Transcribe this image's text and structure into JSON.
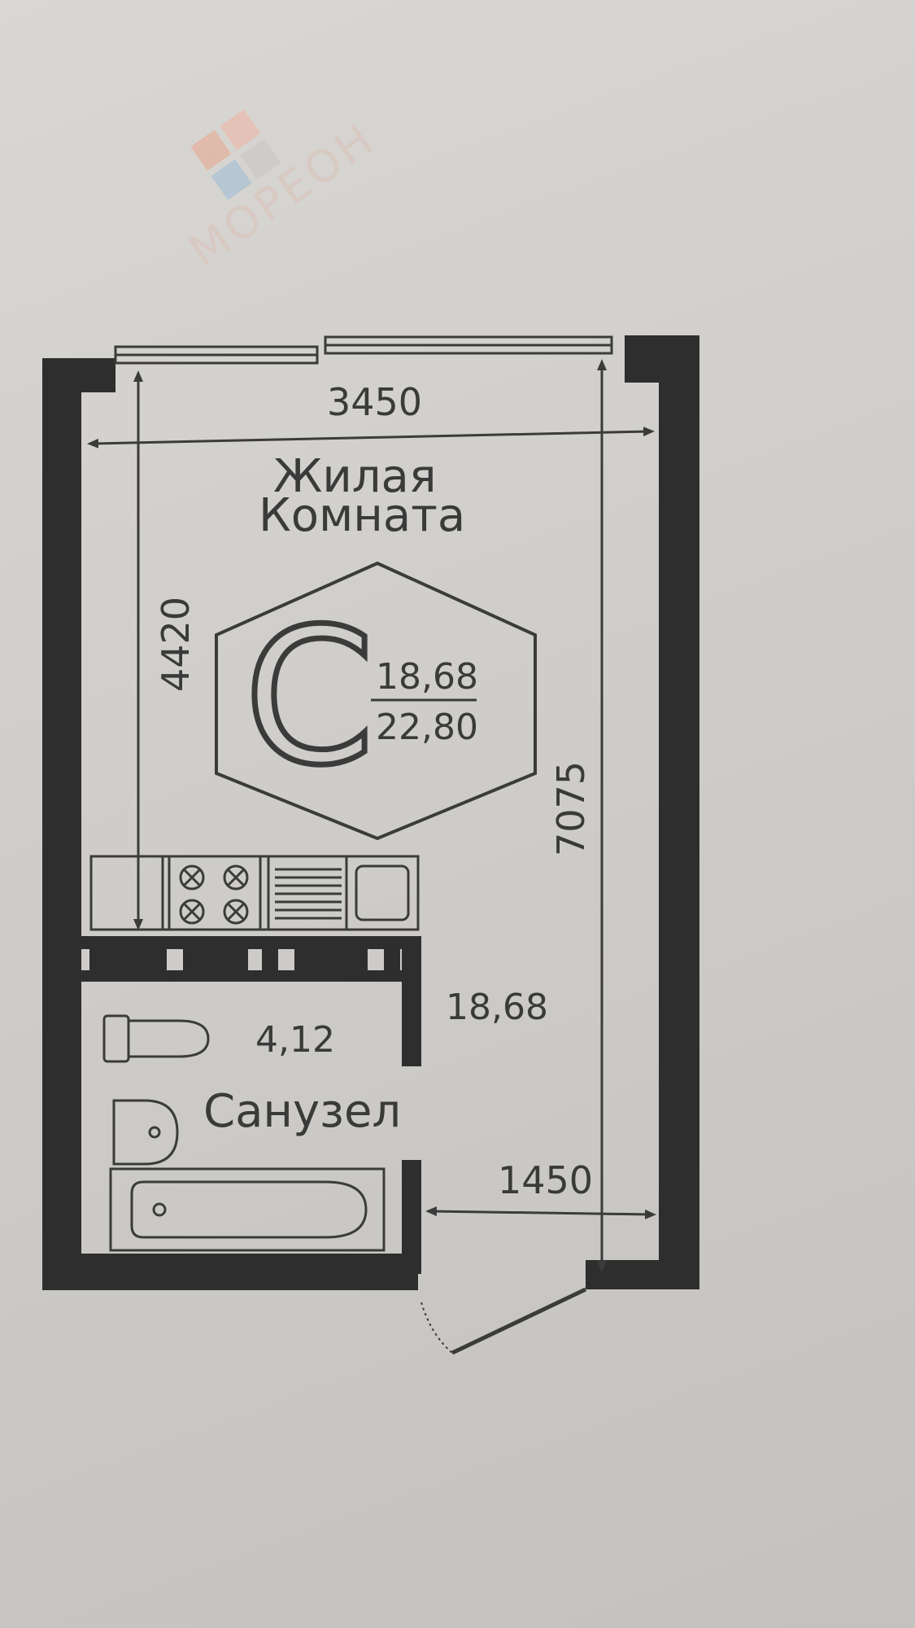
{
  "watermark": {
    "brand": "МОРЕОН",
    "colors": [
      "#e8a48a",
      "#f0b3a3",
      "#9cbad6",
      "#c8c3c7"
    ]
  },
  "rooms": {
    "living": {
      "name_line1": "Жилая",
      "name_line2": "Комната",
      "area": "18,68"
    },
    "bathroom": {
      "name": "Санузел",
      "area": "4,12"
    }
  },
  "badge": {
    "letter": "С",
    "living_area": "18,68",
    "total_area": "22,80"
  },
  "dimensions": {
    "width_top": "3450",
    "room_depth": "4420",
    "total_length": "7075",
    "corridor_width": "1450"
  },
  "colors": {
    "wall": "#2e2e2e",
    "line": "#3b3b3b",
    "paper": "#d6d4d0"
  }
}
